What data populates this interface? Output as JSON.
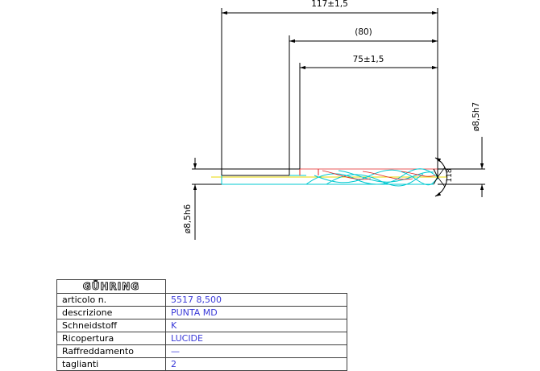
{
  "drawing": {
    "dimensions": {
      "total_length": "117±1,5",
      "reference_length": "(80)",
      "flute_length": "75±1,5",
      "cutting_diameter": "ø8,5h7",
      "shank_diameter": "ø8,5h6",
      "point_angle": "118"
    },
    "colors": {
      "outline": "#000000",
      "cyan_lines": "#00c8d0",
      "red_lines": "#e02020",
      "yellow_centerline": "#e8d800",
      "value_text": "#3a3ad8"
    }
  },
  "title_block": {
    "logo_text": "GÜHRING",
    "rows": [
      {
        "label": "articolo n.",
        "value": "5517 8,500"
      },
      {
        "label": "descrizione",
        "value": "PUNTA MD"
      },
      {
        "label": "Schneidstoff",
        "value": "K"
      },
      {
        "label": "Ricopertura",
        "value": "LUCIDE"
      },
      {
        "label": "Raffreddamento",
        "value": "—"
      },
      {
        "label": "taglianti",
        "value": "2"
      }
    ]
  }
}
